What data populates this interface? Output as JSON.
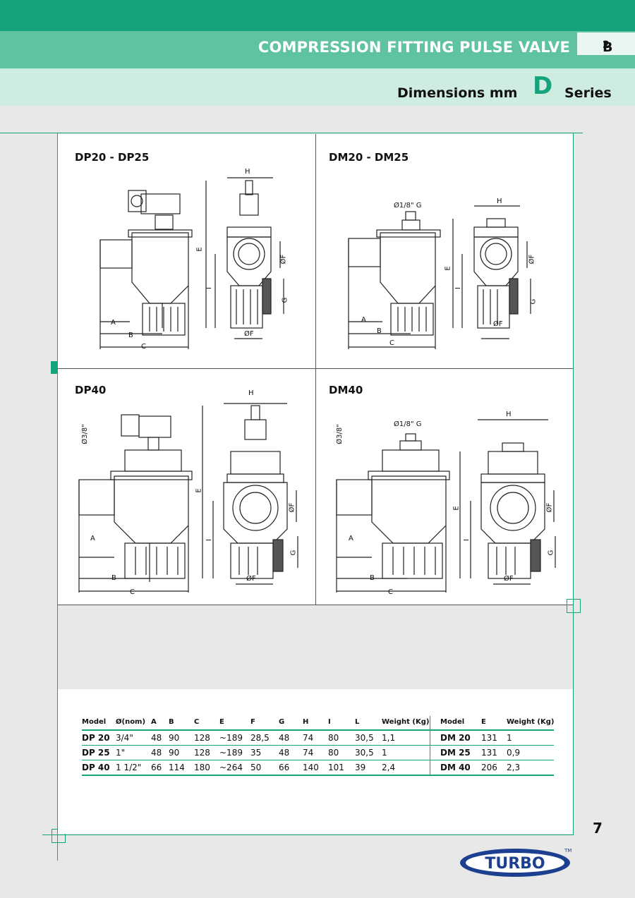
{
  "header": {
    "title": "COMPRESSION FITTING PULSE VALVE",
    "code_letter": "B",
    "code_number": "2",
    "dimensions_label": "Dimensions mm",
    "series_letter": "D",
    "series_label": "Series"
  },
  "panels": [
    {
      "title": "DP20 - DP25"
    },
    {
      "title": "DM20 - DM25"
    },
    {
      "title": "DP40"
    },
    {
      "title": "DM40"
    }
  ],
  "dimension_labels": {
    "H": "H",
    "E": "E",
    "I": "I",
    "G": "G",
    "F": "ØF",
    "A": "A",
    "B": "B",
    "C": "C",
    "pilot": "Ø1/8\" G",
    "pilot_side": "Ø3/8\""
  },
  "table": {
    "dp_headers": [
      "Model",
      "Ø(nom)",
      "A",
      "B",
      "C",
      "E",
      "F",
      "G",
      "H",
      "I",
      "L",
      "Weight (Kg)"
    ],
    "dp_rows": [
      [
        "DP 20",
        "3/4\"",
        "48",
        "90",
        "128",
        "~189",
        "28,5",
        "48",
        "74",
        "80",
        "30,5",
        "1,1"
      ],
      [
        "DP 25",
        "1\"",
        "48",
        "90",
        "128",
        "~189",
        "35",
        "48",
        "74",
        "80",
        "30,5",
        "1"
      ],
      [
        "DP 40",
        "1 1/2\"",
        "66",
        "114",
        "180",
        "~264",
        "50",
        "66",
        "140",
        "101",
        "39",
        "2,4"
      ]
    ],
    "dm_headers": [
      "Model",
      "E",
      "Weight (Kg)"
    ],
    "dm_rows": [
      [
        "DM 20",
        "131",
        "1"
      ],
      [
        "DM 25",
        "131",
        "0,9"
      ],
      [
        "DM 40",
        "206",
        "2,3"
      ]
    ]
  },
  "page_number": "7",
  "logo": {
    "text": "TURBO",
    "tm": "TM"
  },
  "colors": {
    "accent": "#15a37c",
    "band_light": "#5fc3a2",
    "band_pale": "#cfece0",
    "logo_blue": "#1d3f8f"
  }
}
